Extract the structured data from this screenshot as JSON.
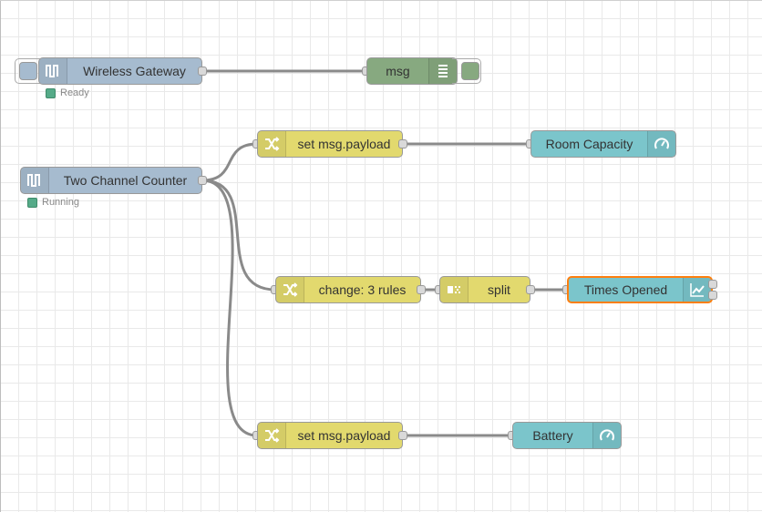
{
  "colors": {
    "input_node": "#a6bbcf",
    "debug_node": "#87a980",
    "function_node": "#e2d96e",
    "dashboard_node": "#7bc5cb",
    "status_ok": "#5a8",
    "selected_border": "#ff7f0e",
    "wire": "#8a8a8a"
  },
  "nodes": {
    "wireless_gateway": {
      "label": "Wireless Gateway",
      "icon": "pulse-icon",
      "status": "Ready"
    },
    "msg_debug": {
      "label": "msg",
      "icon": "list-icon"
    },
    "two_channel_counter": {
      "label": "Two Channel Counter",
      "icon": "pulse-icon",
      "status": "Running"
    },
    "set_payload_1": {
      "label": "set msg.payload",
      "icon": "shuffle-icon"
    },
    "room_capacity": {
      "label": "Room Capacity",
      "icon": "gauge-icon"
    },
    "change_rules": {
      "label": "change: 3 rules",
      "icon": "shuffle-icon"
    },
    "split": {
      "label": "split",
      "icon": "split-icon"
    },
    "times_opened": {
      "label": "Times Opened",
      "icon": "chart-icon"
    },
    "set_payload_2": {
      "label": "set msg.payload",
      "icon": "shuffle-icon"
    },
    "battery": {
      "label": "Battery",
      "icon": "gauge-icon"
    }
  }
}
